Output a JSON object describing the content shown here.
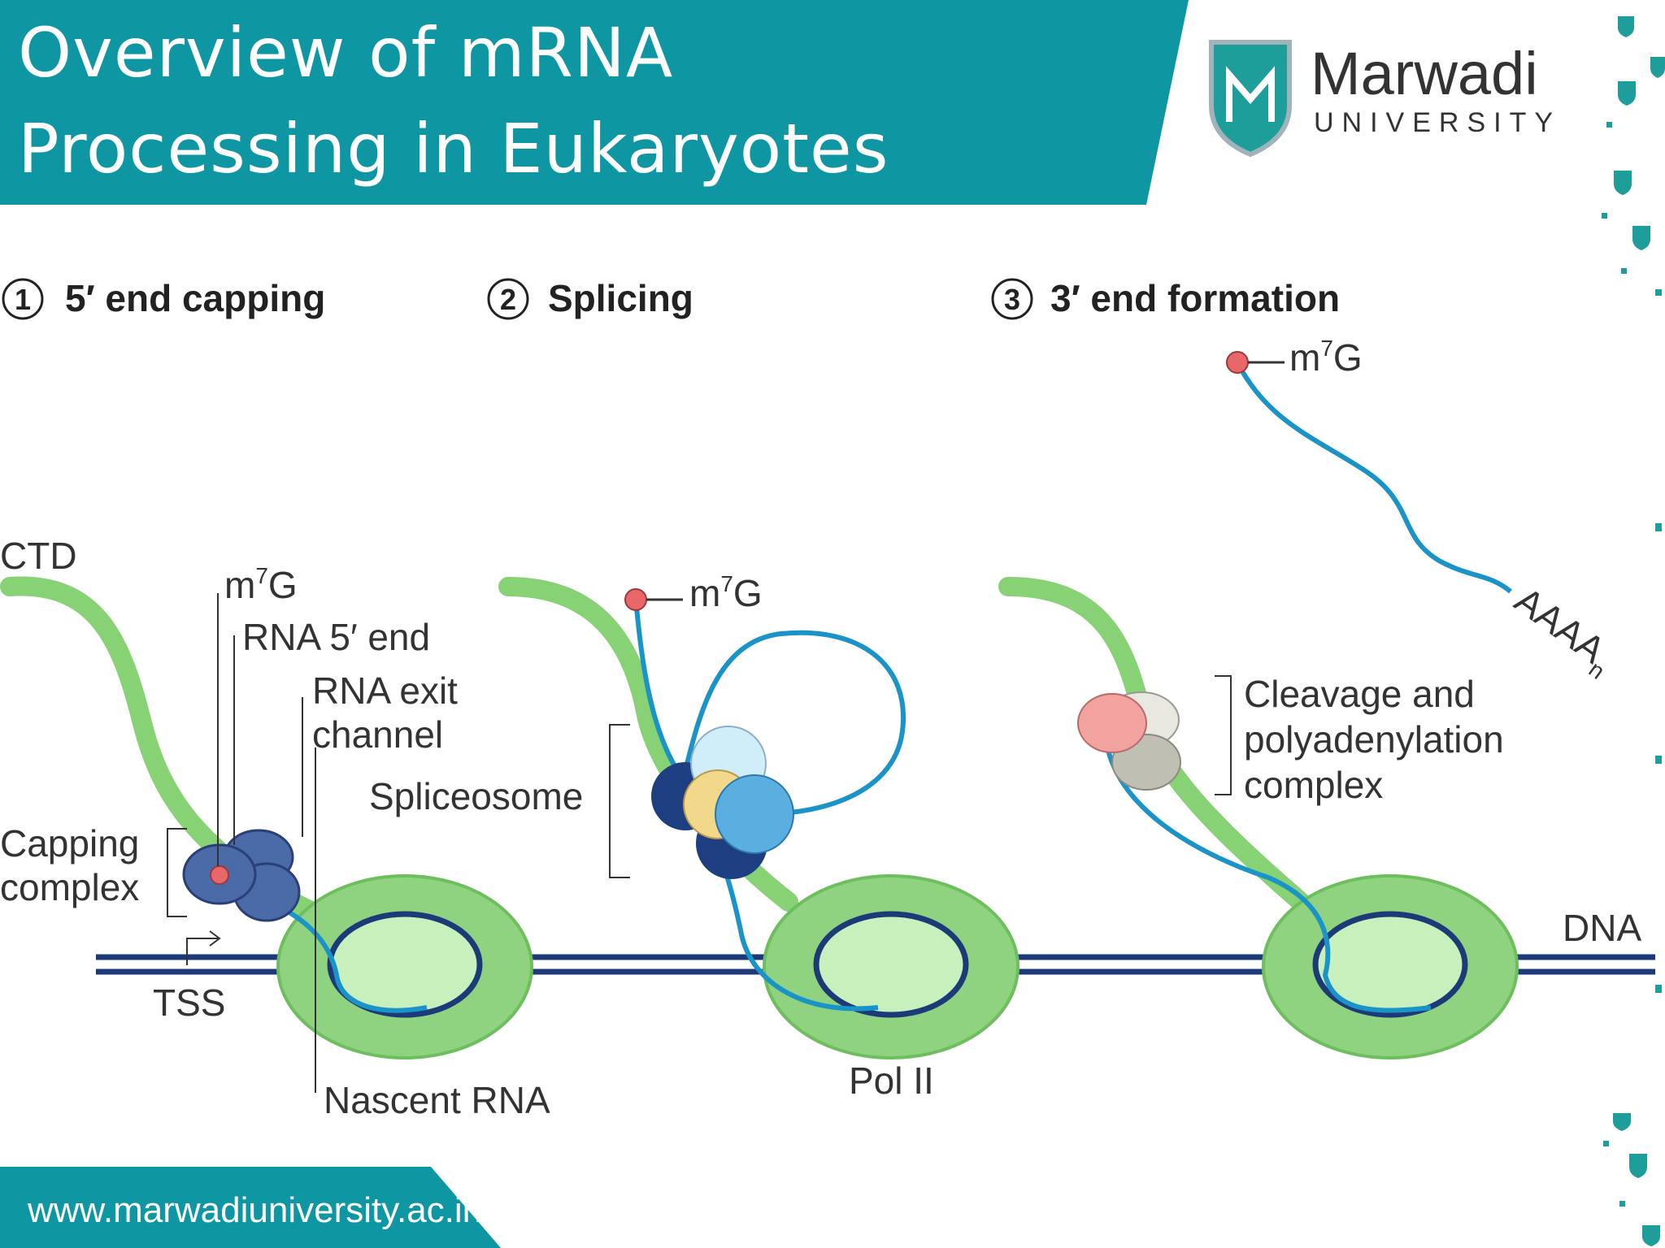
{
  "slide": {
    "title_line1": "Overview of mRNA",
    "title_line2": "Processing in Eukaryotes",
    "website": "www.marwadiuniversity.ac.in",
    "logo_name": "Marwadi",
    "logo_sub": "UNIVERSITY"
  },
  "colors": {
    "teal": "#0e97a3",
    "pol_green": "#8fd27f",
    "ctd_green": "#86d275",
    "rna_blue": "#1a93c8",
    "dna_navy": "#1c3a78",
    "cap_red": "#e8686a"
  },
  "steps": [
    {
      "num": "1",
      "label": "5′ end capping"
    },
    {
      "num": "2",
      "label": "Splicing"
    },
    {
      "num": "3",
      "label": "3′ end formation"
    }
  ],
  "labels": {
    "ctd": "CTD",
    "m7g": "m",
    "m7g_sup": "7",
    "m7g_tail": "G",
    "rna_5_end": "RNA 5′ end",
    "rna_exit_1": "RNA exit",
    "rna_exit_2": "channel",
    "capping_1": "Capping",
    "capping_2": "complex",
    "tss": "TSS",
    "nascent_rna": "Nascent RNA",
    "spliceosome": "Spliceosome",
    "pol2": "Pol II",
    "cleavage_1": "Cleavage and",
    "cleavage_2": "polyadenylation",
    "cleavage_3": "complex",
    "dna": "DNA",
    "polya": "AAAA",
    "polya_sub": "n"
  }
}
